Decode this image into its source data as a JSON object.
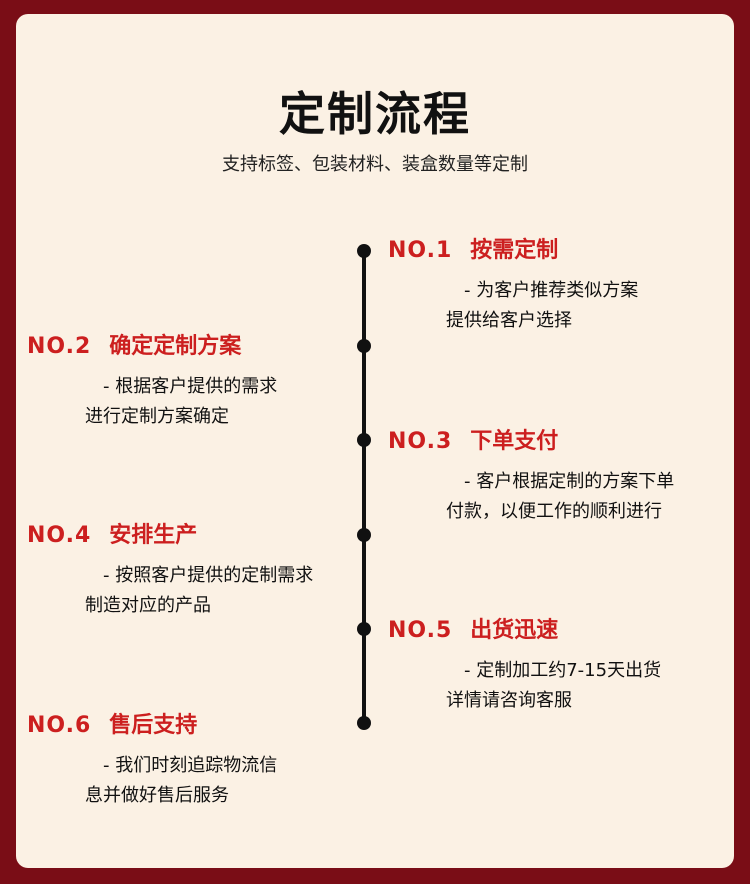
{
  "header": {
    "title": "定制流程",
    "subtitle": "支持标签、包装材料、装盒数量等定制"
  },
  "steps": [
    {
      "no": "NO.1",
      "name": "按需定制",
      "line1": "- 为客户推荐类似方案",
      "line2": "提供给客户选择"
    },
    {
      "no": "NO.2",
      "name": "确定定制方案",
      "line1": "- 根据客户提供的需求",
      "line2": "进行定制方案确定"
    },
    {
      "no": "NO.3",
      "name": "下单支付",
      "line1": "- 客户根据定制的方案下单",
      "line2": "付款，以便工作的顺利进行"
    },
    {
      "no": "NO.4",
      "name": "安排生产",
      "line1": "- 按照客户提供的定制需求",
      "line2": "制造对应的产品"
    },
    {
      "no": "NO.5",
      "name": "出货迅速",
      "line1": "- 定制加工约7-15天出货",
      "line2": "详情请咨询客服"
    },
    {
      "no": "NO.6",
      "name": "售后支持",
      "line1": "- 我们时刻追踪物流信",
      "line2": "息并做好售后服务"
    }
  ],
  "colors": {
    "frame": "#7a0d16",
    "card": "#fbf1e4",
    "accent": "#cc1f1f",
    "text": "#111111"
  }
}
